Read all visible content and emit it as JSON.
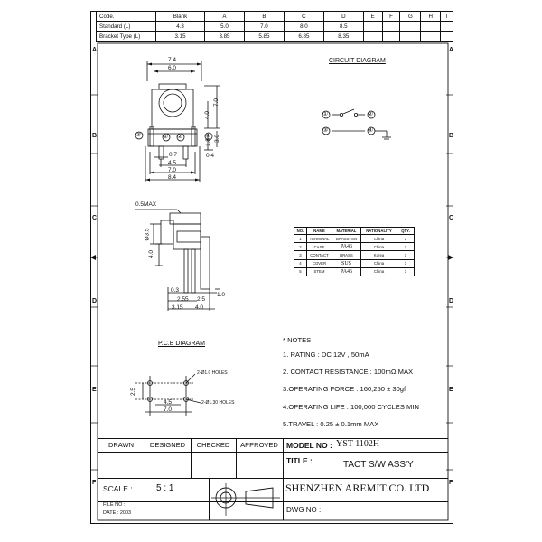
{
  "spec_table": {
    "header": [
      "Code.",
      "Blank",
      "A",
      "B",
      "C",
      "D",
      "E",
      "F",
      "G",
      "H",
      "I"
    ],
    "rows": [
      [
        "Standard (L)",
        "4.3",
        "5.0",
        "7.0",
        "8.0",
        "8.5",
        "",
        "",
        "",
        "",
        ""
      ],
      [
        "Bracket Type (L)",
        "3.15",
        "3.85",
        "5.85",
        "6.85",
        "8.35",
        "",
        "",
        "",
        "",
        ""
      ]
    ]
  },
  "zones": [
    "A",
    "B",
    "C",
    "D",
    "E",
    "F"
  ],
  "front_view": {
    "dims_top": [
      "7.4",
      "6.0"
    ],
    "dims_right": [
      "7.0",
      "4.0",
      "3.0",
      "1.8"
    ],
    "dims_bottom": [
      "0.7",
      "4.5",
      "7.0",
      "8.4"
    ],
    "small_dims": [
      "0.4"
    ],
    "markers": [
      "③",
      "①",
      "②",
      "④"
    ]
  },
  "side_view": {
    "labels": [
      "0.5MAX",
      "Ø3.5",
      "4.0",
      "0.3",
      "2.55",
      "2.5",
      "3.15",
      "4.0",
      "1.0"
    ]
  },
  "circuit_diagram": {
    "title": "CIRCUIT DIAGRAM",
    "pins": [
      "①",
      "②",
      "③",
      "④"
    ]
  },
  "parts_table": {
    "header": [
      "NO.",
      "NAME",
      "MATERIAL",
      "NATIONALITY",
      "QTY."
    ],
    "rows": [
      [
        "1",
        "TERMINAL",
        "BRASS+SN",
        "China",
        "1"
      ],
      [
        "2",
        "CASE",
        "PA46",
        "China",
        "1"
      ],
      [
        "3",
        "CONTACT",
        "BRASS",
        "Korea",
        "1"
      ],
      [
        "4",
        "COVER",
        "SUS",
        "China",
        "1"
      ],
      [
        "5",
        "STEM",
        "PA46",
        "China",
        "1"
      ]
    ]
  },
  "pcb_diagram": {
    "title": "P.C.B DIAGRAM",
    "labels": [
      "2-Ø1.0 HOLES",
      "2-Ø1.30 HOLES",
      "2.5",
      "4.5",
      "7.0"
    ]
  },
  "notes": {
    "heading": "* NOTES",
    "items": [
      "1. RATING : DC 12V , 50mA",
      "2. CONTACT RESISTANCE : 100mΩ   MAX",
      "3.OPERATING FORCE :  160,250 ±  30gf",
      "4.OPERATING LIFE : 100,000 CYCLES MIN",
      "5.TRAVEL :  0.25 ± 0.1mm MAX"
    ]
  },
  "title_block": {
    "drawn": "DRAWN",
    "designed": "DESIGNED",
    "checked": "CHECKED",
    "approved": "APPROVED",
    "model_no_label": "MODEL NO :",
    "model_no_value": "YST-1102H",
    "title_label": "TITLE :",
    "title_value": "TACT S/W ASS'Y",
    "scale_label": "SCALE :",
    "scale_value": "5 : 1",
    "company": "SHENZHEN AREMIT CO. LTD",
    "file_no": "FILE NO :",
    "date": "DATE : 2003",
    "dwg_no": "DWG NO :"
  }
}
